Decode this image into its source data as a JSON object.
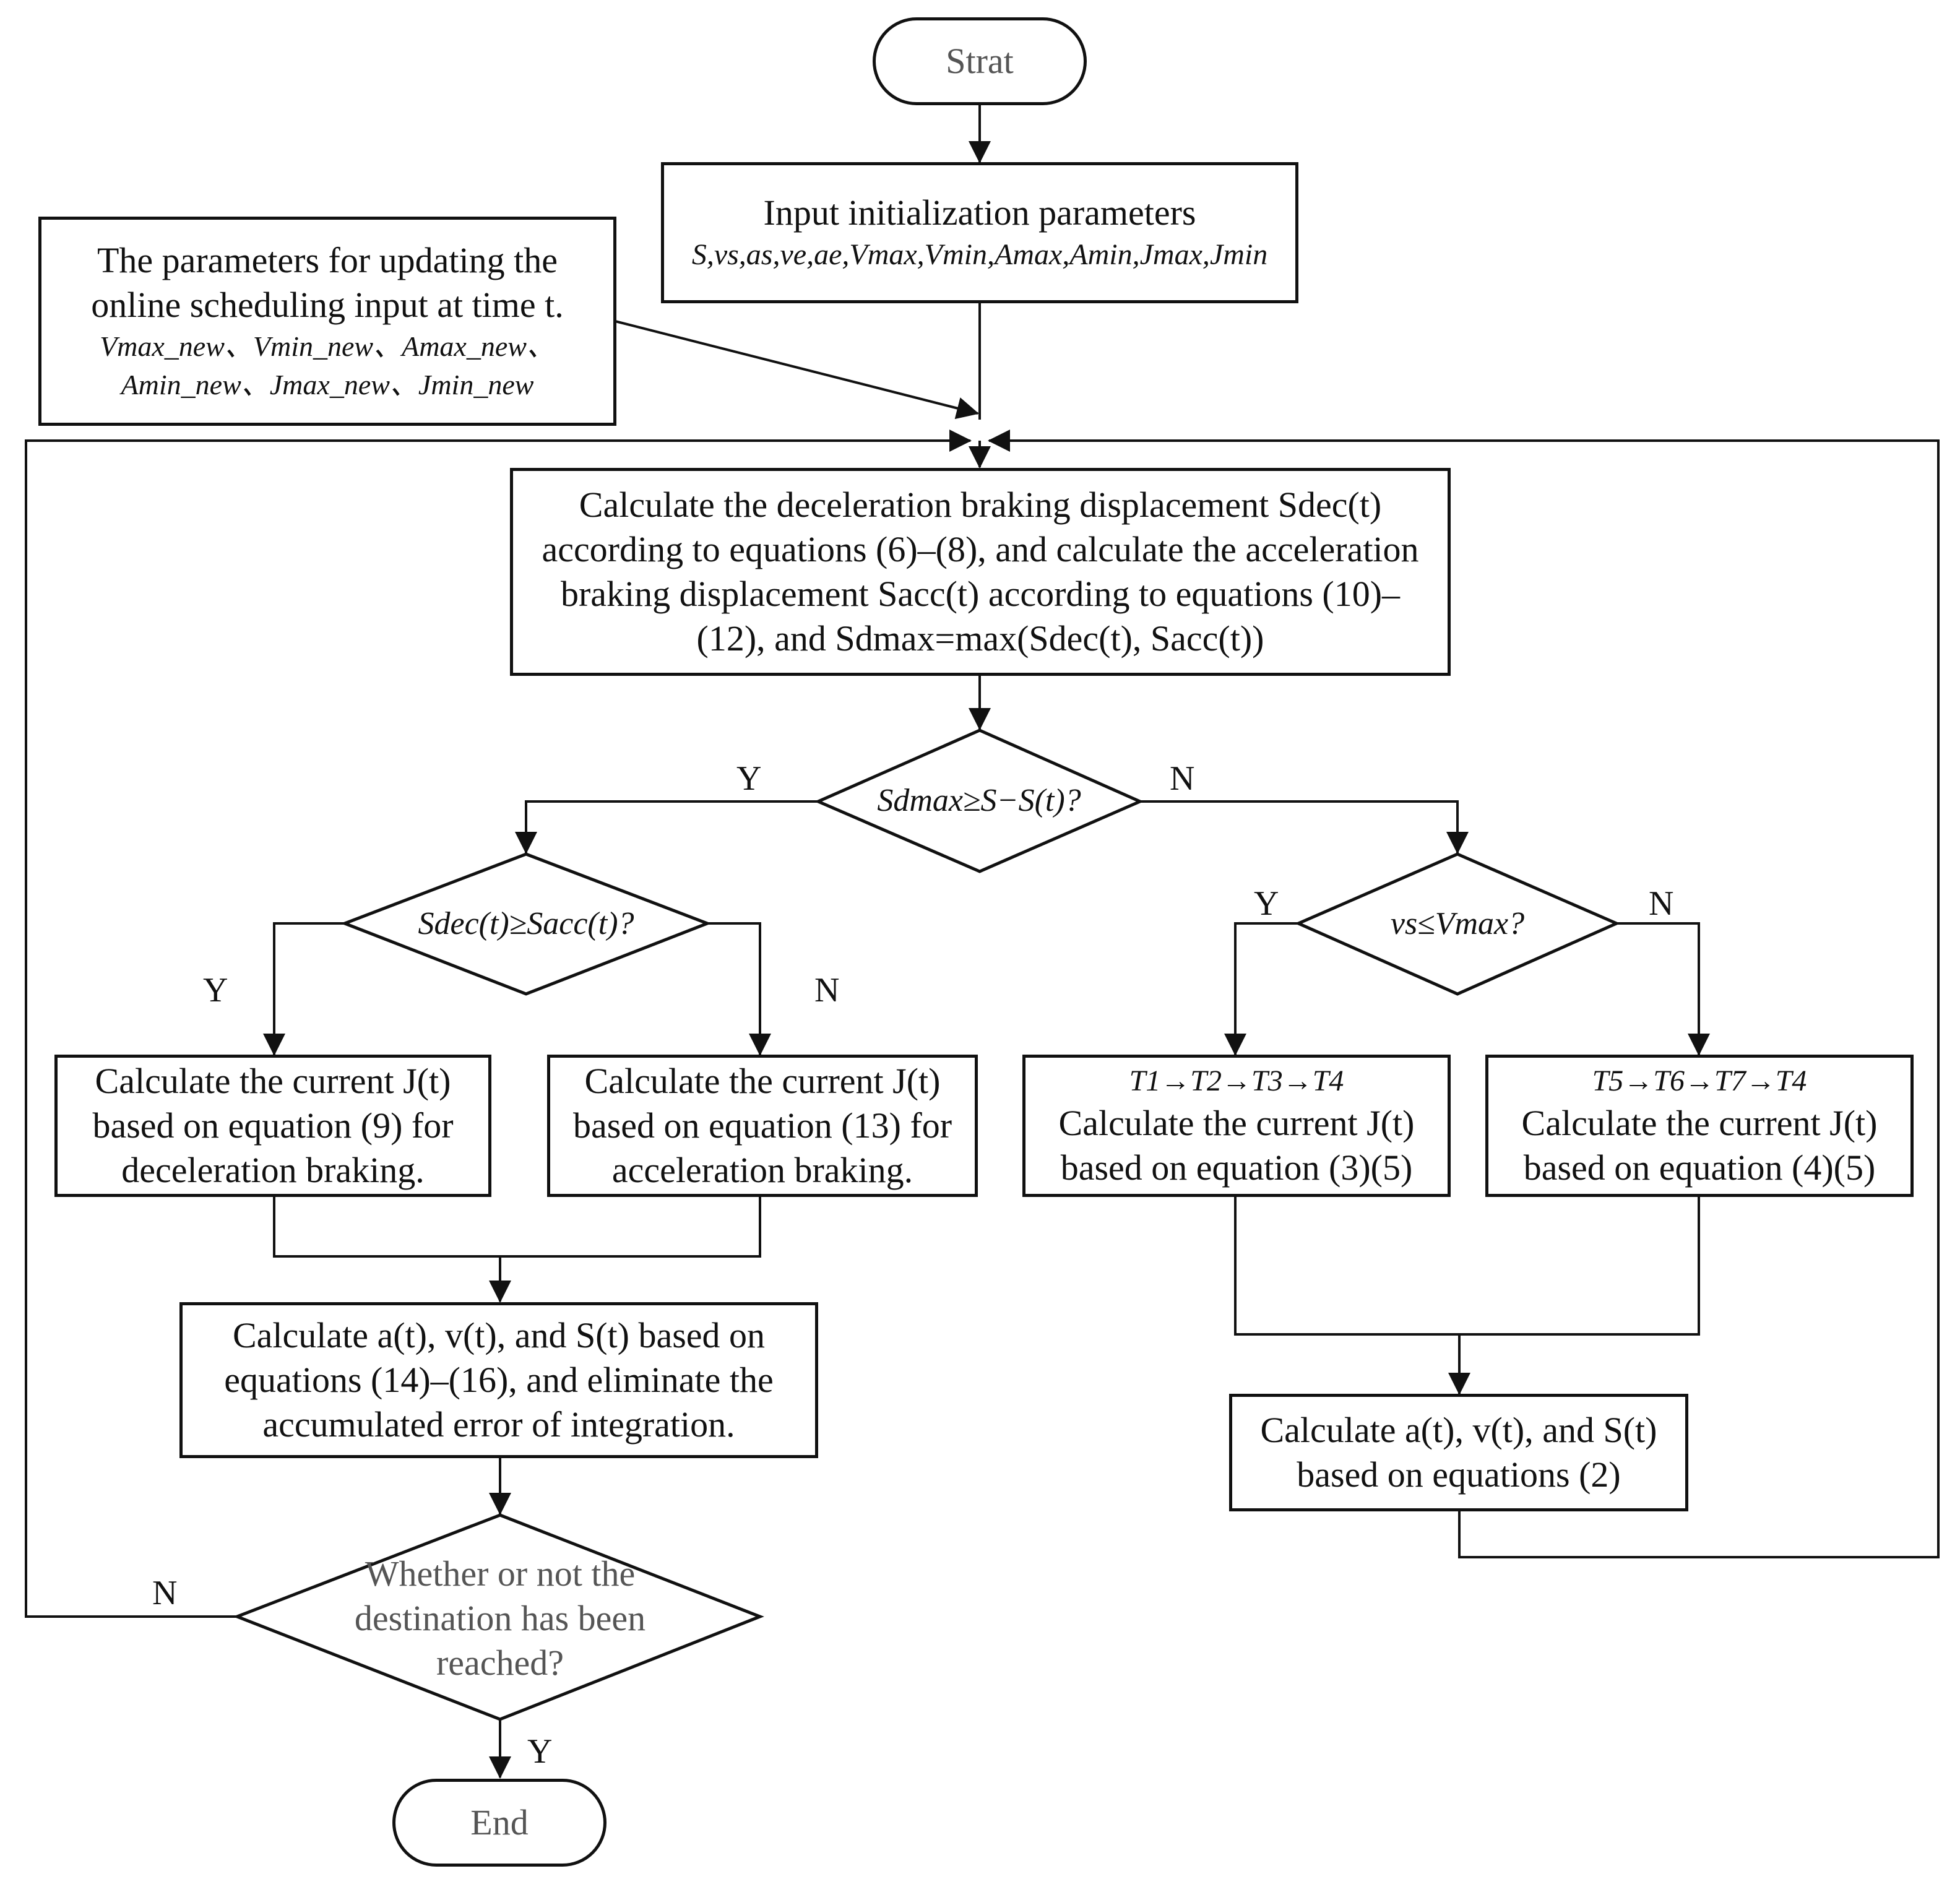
{
  "nodes": {
    "start": "Strat",
    "init_title": "Input initialization parameters",
    "init_params": "S,vs,as,ve,ae,Vmax,Vmin,Amax,Amin,Jmax,Jmin",
    "update_title": "The parameters for updating the online scheduling input at time t.",
    "update_params_1": "Vmax_new、Vmin_new、Amax_new、",
    "update_params_2": "Amin_new、Jmax_new、Jmin_new",
    "calc_disp": "Calculate the deceleration braking displacement Sdec(t) according to equations (6)–(8), and calculate the acceleration braking displacement Sacc(t) according to equations (10)–(12), and Sdmax=max(Sdec(t), Sacc(t))",
    "decision_main": "Sdmax≥S−S(t)?",
    "decision_left": "Sdec(t)≥Sacc(t)?",
    "decision_right": "vs≤Vmax?",
    "calc_dec": "Calculate the current J(t) based on equation (9) for deceleration braking.",
    "calc_acc": "Calculate the current J(t) based on equation (13) for acceleration braking.",
    "seq_a": "T1→T2→T3→T4",
    "calc_35": "Calculate the current J(t) based on equation (3)(5)",
    "seq_b": "T5→T6→T7→T4",
    "calc_45": "Calculate the current J(t) based on equation (4)(5)",
    "calc_avs_left": "Calculate a(t), v(t), and S(t) based on equations (14)–(16), and eliminate the accumulated error of integration.",
    "calc_avs_right": "Calculate a(t), v(t), and S(t) based on equations (2)",
    "decision_dest": "Whether or not the destination has been reached?",
    "end": "End"
  },
  "labels": {
    "y_main": "Y",
    "n_main": "N",
    "y_left": "Y",
    "n_left": "N",
    "y_right": "Y",
    "n_right": "N",
    "n_dest": "N",
    "y_dest": "Y"
  }
}
